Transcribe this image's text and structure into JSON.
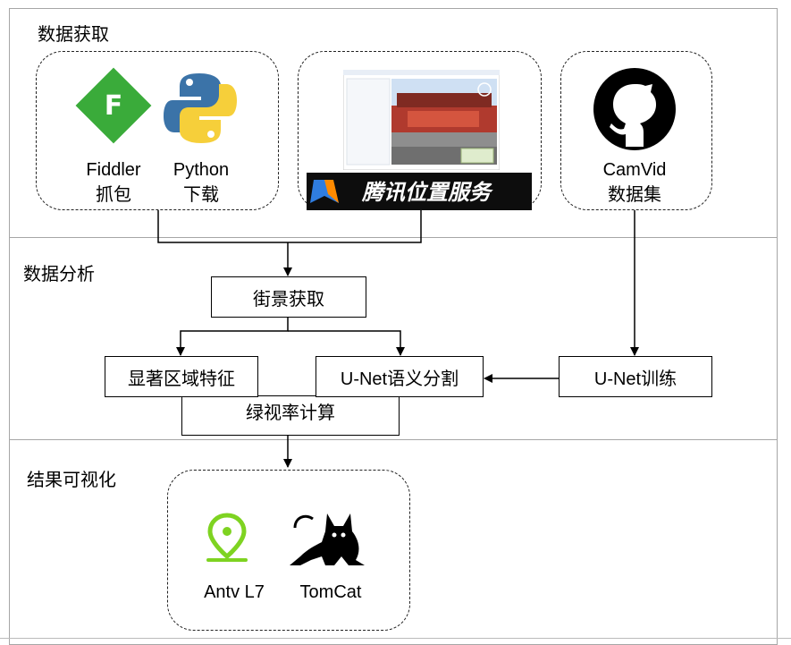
{
  "sections": {
    "acquire": "数据获取",
    "analyze": "数据分析",
    "visualize": "结果可视化"
  },
  "sources": {
    "fiddler": {
      "line1": "Fiddler",
      "line2": "抓包"
    },
    "python": {
      "line1": "Python",
      "line2": "下载"
    },
    "tencent_banner": "腾讯位置服务",
    "camvid": {
      "line1": "CamVid",
      "line2": "数据集"
    }
  },
  "boxes": {
    "street_view": "街景获取",
    "saliency": "显著区域特征",
    "unet_seg": "U-Net语义分割",
    "unet_train": "U-Net训练",
    "green_view": "绿视率计算"
  },
  "tools": {
    "antv": "Antv L7",
    "tomcat": "TomCat"
  },
  "icon_letters": {
    "fiddler": "F"
  },
  "colors": {
    "fiddler_green": "#3aab3a",
    "python_blue": "#3b73a8",
    "python_yellow": "#f6cf3a",
    "antv_green": "#7ed321",
    "banner_dark": "#0d0d0d"
  }
}
